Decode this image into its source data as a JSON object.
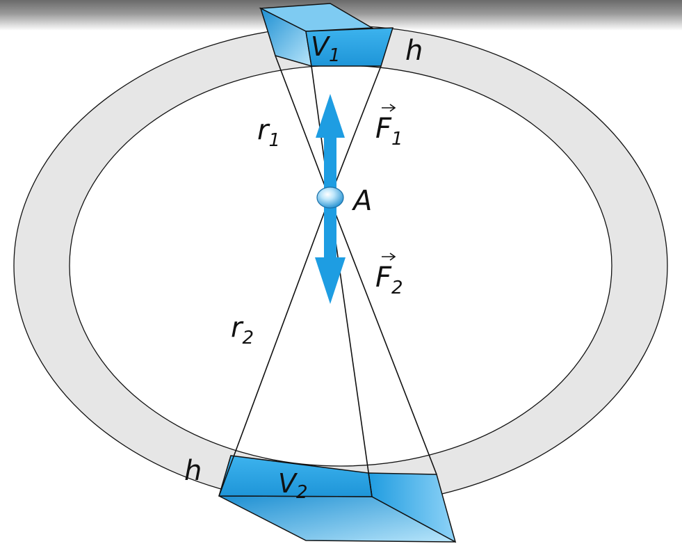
{
  "labels": {
    "v1": "V",
    "v1_sub": "1",
    "v2": "V",
    "v2_sub": "2",
    "h_top": "h",
    "h_bottom": "h",
    "r1": "r",
    "r1_sub": "1",
    "r2": "r",
    "r2_sub": "2",
    "f1": "F",
    "f1_sub": "1",
    "f2": "F",
    "f2_sub": "2",
    "a": "A"
  },
  "colors": {
    "shell": "#e6e6e6",
    "outline": "#111111",
    "volume_blue": "#2aa6e6",
    "arrow_blue": "#1e9de2"
  },
  "icons": {
    "arrow_up": "arrow-up-icon",
    "arrow_down": "arrow-down-icon",
    "point": "point-a-icon"
  }
}
